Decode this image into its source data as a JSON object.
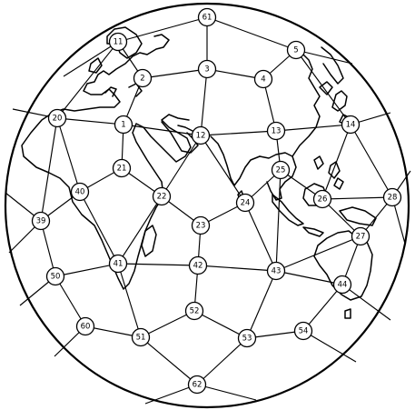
{
  "map": {
    "nodes": [
      {
        "id": "61",
        "label": "61"
      },
      {
        "id": "11",
        "label": "11"
      },
      {
        "id": "5",
        "label": "5"
      },
      {
        "id": "3",
        "label": "3"
      },
      {
        "id": "2",
        "label": "2"
      },
      {
        "id": "4",
        "label": "4"
      },
      {
        "id": "20",
        "label": "20"
      },
      {
        "id": "1",
        "label": "1"
      },
      {
        "id": "12",
        "label": "12"
      },
      {
        "id": "13",
        "label": "13"
      },
      {
        "id": "14",
        "label": "14"
      },
      {
        "id": "21",
        "label": "21"
      },
      {
        "id": "25",
        "label": "25"
      },
      {
        "id": "40",
        "label": "40"
      },
      {
        "id": "22",
        "label": "22"
      },
      {
        "id": "24",
        "label": "24"
      },
      {
        "id": "26",
        "label": "26"
      },
      {
        "id": "28",
        "label": "28"
      },
      {
        "id": "39",
        "label": "39"
      },
      {
        "id": "23",
        "label": "23"
      },
      {
        "id": "27",
        "label": "27"
      },
      {
        "id": "41",
        "label": "41"
      },
      {
        "id": "42",
        "label": "42"
      },
      {
        "id": "43",
        "label": "43"
      },
      {
        "id": "50",
        "label": "50"
      },
      {
        "id": "44",
        "label": "44"
      },
      {
        "id": "52",
        "label": "52"
      },
      {
        "id": "60",
        "label": "60"
      },
      {
        "id": "51",
        "label": "51"
      },
      {
        "id": "53",
        "label": "53"
      },
      {
        "id": "54",
        "label": "54"
      },
      {
        "id": "62",
        "label": "62"
      }
    ],
    "edges": [
      [
        "61",
        "3"
      ],
      [
        "61",
        "11"
      ],
      [
        "61",
        "5"
      ],
      [
        "11",
        "2"
      ],
      [
        "11",
        "20"
      ],
      [
        "2",
        "3"
      ],
      [
        "3",
        "4"
      ],
      [
        "4",
        "5"
      ],
      [
        "2",
        "1"
      ],
      [
        "3",
        "12"
      ],
      [
        "4",
        "13"
      ],
      [
        "5",
        "14"
      ],
      [
        "20",
        "1"
      ],
      [
        "1",
        "12"
      ],
      [
        "12",
        "13"
      ],
      [
        "13",
        "14"
      ],
      [
        "1",
        "21"
      ],
      [
        "12",
        "22"
      ],
      [
        "12",
        "24"
      ],
      [
        "13",
        "25"
      ],
      [
        "14",
        "26"
      ],
      [
        "14",
        "28"
      ],
      [
        "20",
        "40"
      ],
      [
        "20",
        "39"
      ],
      [
        "21",
        "40"
      ],
      [
        "21",
        "22"
      ],
      [
        "40",
        "39"
      ],
      [
        "40",
        "41"
      ],
      [
        "22",
        "23"
      ],
      [
        "23",
        "24"
      ],
      [
        "24",
        "25"
      ],
      [
        "25",
        "26"
      ],
      [
        "22",
        "41"
      ],
      [
        "23",
        "42"
      ],
      [
        "24",
        "43"
      ],
      [
        "25",
        "43"
      ],
      [
        "26",
        "27"
      ],
      [
        "26",
        "28"
      ],
      [
        "27",
        "28"
      ],
      [
        "27",
        "43"
      ],
      [
        "27",
        "44"
      ],
      [
        "39",
        "50"
      ],
      [
        "41",
        "50"
      ],
      [
        "41",
        "42"
      ],
      [
        "42",
        "43"
      ],
      [
        "43",
        "44"
      ],
      [
        "41",
        "51"
      ],
      [
        "42",
        "52"
      ],
      [
        "43",
        "53"
      ],
      [
        "44",
        "54"
      ],
      [
        "50",
        "60"
      ],
      [
        "51",
        "52"
      ],
      [
        "52",
        "53"
      ],
      [
        "53",
        "54"
      ],
      [
        "60",
        "51"
      ],
      [
        "51",
        "62"
      ],
      [
        "53",
        "62"
      ]
    ]
  }
}
